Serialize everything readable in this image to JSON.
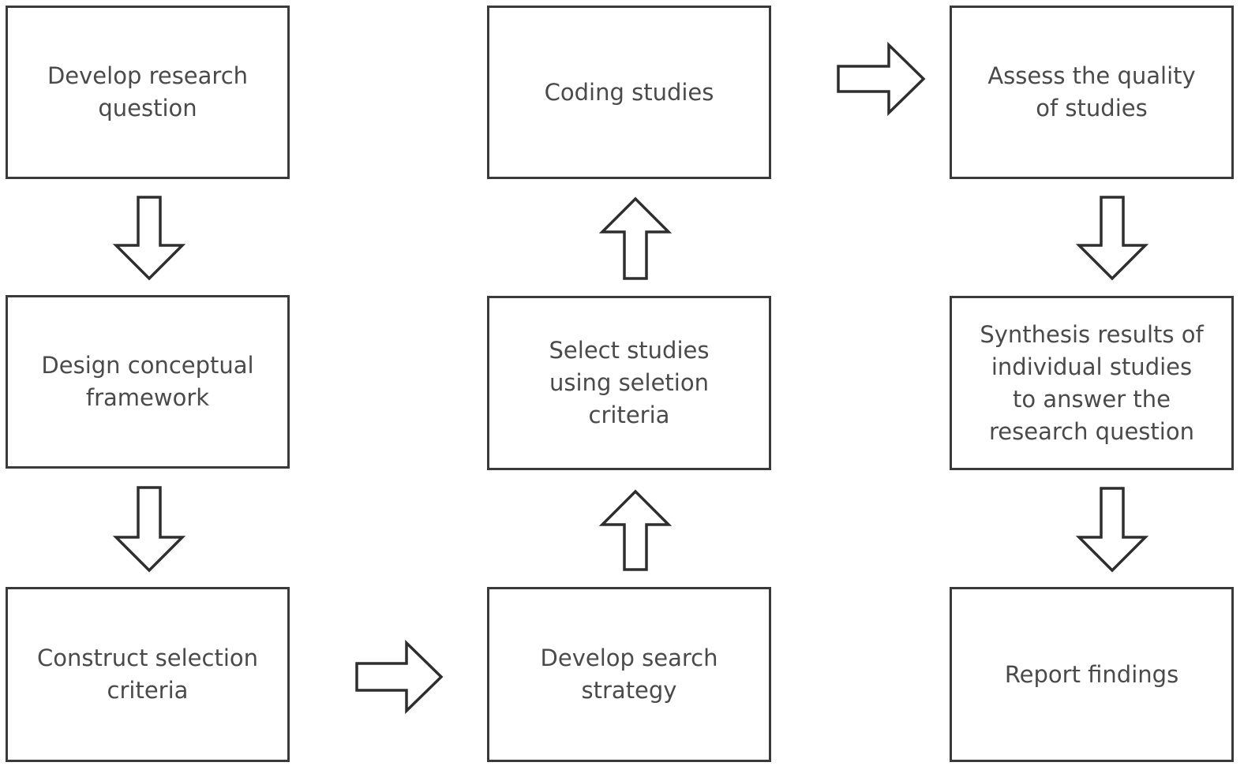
{
  "diagram": {
    "steps": [
      {
        "id": "b1",
        "label": "Develop research\nquestion"
      },
      {
        "id": "b2",
        "label": "Design conceptual\nframework"
      },
      {
        "id": "b3",
        "label": "Construct selection\ncriteria"
      },
      {
        "id": "b4",
        "label": "Develop search\nstrategy"
      },
      {
        "id": "b5",
        "label": "Select studies\nusing seletion\ncriteria"
      },
      {
        "id": "b6",
        "label": "Coding studies"
      },
      {
        "id": "b7",
        "label": "Assess the quality\nof studies"
      },
      {
        "id": "b8",
        "label": "Synthesis results of\nindividual studies\nto answer the\nresearch question"
      },
      {
        "id": "b9",
        "label": "Report findings"
      }
    ],
    "arrows": [
      {
        "from": "b1",
        "to": "b2",
        "direction": "down"
      },
      {
        "from": "b2",
        "to": "b3",
        "direction": "down"
      },
      {
        "from": "b3",
        "to": "b4",
        "direction": "right"
      },
      {
        "from": "b4",
        "to": "b5",
        "direction": "up"
      },
      {
        "from": "b5",
        "to": "b6",
        "direction": "up"
      },
      {
        "from": "b6",
        "to": "b7",
        "direction": "right"
      },
      {
        "from": "b7",
        "to": "b8",
        "direction": "down"
      },
      {
        "from": "b8",
        "to": "b9",
        "direction": "down"
      }
    ]
  }
}
